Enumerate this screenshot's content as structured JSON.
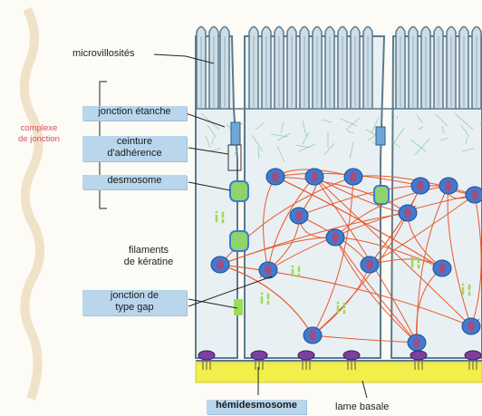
{
  "labels": {
    "microvillosites": "microvillosités",
    "jonction_etanche": "jonction étanche",
    "ceinture_line1": "ceinture",
    "ceinture_line2": "d'adhérence",
    "desmosome": "desmosome",
    "filaments_line1": "filaments",
    "filaments_line2": "de kératine",
    "gap_line1": "jonction de",
    "gap_line2": "type gap",
    "hemidesmosome": "hémidesmosome",
    "lame_basale": "lame basale",
    "complexe_line1": "complexe",
    "complexe_line2": "de jonction"
  },
  "colors": {
    "cell_outline": "#5a7a8c",
    "cell_fill": "#e9f0f3",
    "microvilli_fill": "#cfdde6",
    "keratin": "#e8582c",
    "desmosome": "#3f7bd0",
    "desmosome_core": "#c0406a",
    "actin_web": "#7fc79a",
    "basal_lamina": "#f2ee4a",
    "label_box": "#b9d6ec",
    "complexe_text": "#e04a5a"
  }
}
